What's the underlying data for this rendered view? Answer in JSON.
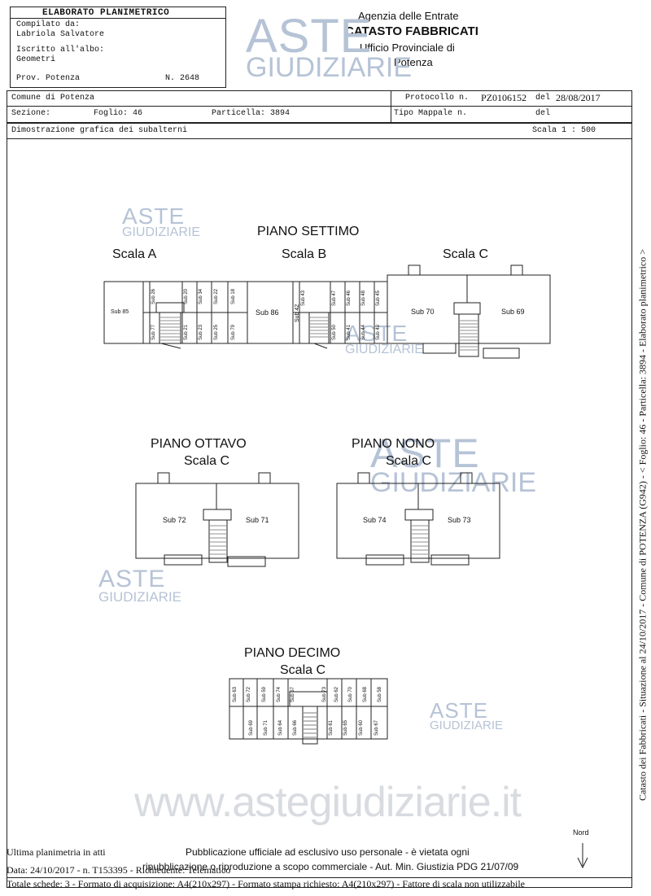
{
  "header": {
    "doc_title": "ELABORATO PLANIMETRICO",
    "compiled_by_label": "Compilato da:",
    "compiled_by_name": "Labriola Salvatore",
    "registered_label": "Iscritto all'albo:",
    "registered_value": "Geometri",
    "province": "Prov. Potenza",
    "number": "N. 2648",
    "agency_line1": "Agenzia delle Entrate",
    "agency_line2": "CATASTO FABBRICATI",
    "agency_line3": "Ufficio Provinciale di",
    "agency_line4": "Potenza"
  },
  "info": {
    "comune": "Comune di Potenza",
    "sezione_label": "Sezione:",
    "foglio": "Foglio: 46",
    "particella": "Particella: 3894",
    "protocollo_label": "Protocollo n.",
    "protocollo_value": "PZ0106152",
    "protocollo_del": "del",
    "protocollo_date": "28/08/2017",
    "tipo_mappale": "Tipo Mappale n.",
    "tipo_del": "del",
    "dimostrazione": "Dimostrazione grafica dei subalterni",
    "scala": "Scala 1 : 500"
  },
  "watermark": {
    "aste": "ASTE",
    "giudiziarie": "GIUDIZIARIE",
    "site": "www.astegiudiziarie.it"
  },
  "plans": {
    "settimo": {
      "title": "PIANO SETTIMO",
      "scala_a": "Scala A",
      "scala_b": "Scala B",
      "scala_c": "Scala C",
      "sub85": "Sub 85",
      "sub86": "Sub 86",
      "sub42": "Sub 42",
      "sub70": "Sub 70",
      "sub69": "Sub 69",
      "a_top": [
        "Sub 26",
        "Sub 20",
        "Sub 34",
        "Sub 22",
        "Sub 18"
      ],
      "a_bot": [
        "Sub 77",
        "Sub 21",
        "Sub 23",
        "Sub 25",
        "Sub 79"
      ],
      "b_top": [
        "Sub 43",
        "Sub 47",
        "Sub 46",
        "Sub 48",
        "Sub 45"
      ],
      "b_bot": [
        "Sub 50",
        "Sub 41",
        "Sub 44",
        "Sub 49"
      ]
    },
    "ottavo": {
      "title": "PIANO OTTAVO",
      "scala": "Scala C",
      "sub_left": "Sub 72",
      "sub_right": "Sub 71"
    },
    "nono": {
      "title": "PIANO NONO",
      "scala": "Scala C",
      "sub_left": "Sub 74",
      "sub_right": "Sub 73"
    },
    "decimo": {
      "title": "PIANO DECIMO",
      "scala": "Scala C",
      "top": [
        "Sub 63",
        "Sub 72",
        "Sub 59",
        "Sub 74",
        "Sub 57",
        "Sub 73",
        "Sub 62",
        "Sub 70",
        "Sub 68",
        "Sub 58"
      ],
      "bot": [
        "Sub 69",
        "Sub 71",
        "Sub 64",
        "Sub 66",
        "Sub 61",
        "Sub 65",
        "Sub 60",
        "Sub 67"
      ]
    }
  },
  "footer": {
    "nord": "Nord",
    "ultima": "Ultima planimetria in atti",
    "pubblicazione1": "Pubblicazione ufficiale ad esclusivo uso personale - è vietata ogni",
    "pubblicazione2": "ripubblicazione o riproduzione a scopo commerciale - Aut. Min. Giustizia PDG 21/07/09",
    "data_line": "Data: 24/10/2017 - n. T153395 - Richiedente: Telematico",
    "totale_line": "Totale schede: 3 - Formato di acquisizione: A4(210x297) - Formato stampa richiesto: A4(210x297) - Fattore di scala non utilizzabile",
    "vertical": "Catasto dei Fabbricati - Situazione al 24/10/2017 - Comune di POTENZA (G942) - < Foglio: 46 - Particella: 3894 - Elaborato planimetrico >"
  }
}
